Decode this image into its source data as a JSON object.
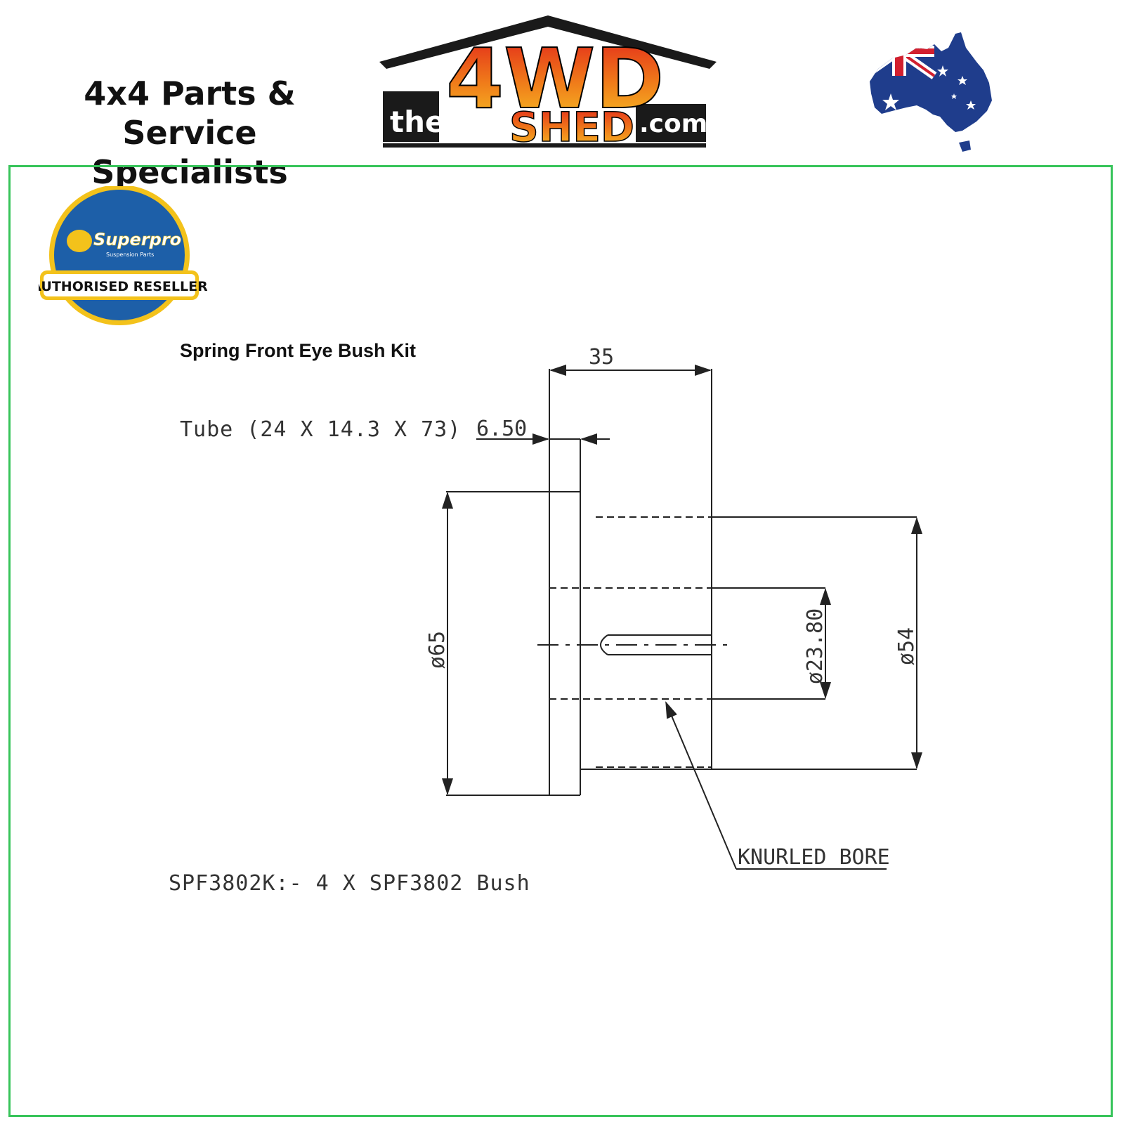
{
  "header": {
    "tagline_line1": "4x4 Parts & Service",
    "tagline_line2": "Specialists",
    "logo": {
      "word_the": "the",
      "word_4wd": "4WD",
      "word_shed": "SHED",
      "word_com": ".com"
    }
  },
  "badge": {
    "brand": "Superpro",
    "brand_sub": "Suspension   Parts",
    "banner": "AUTHORISED RESELLER"
  },
  "drawing": {
    "title": "Spring Front Eye Bush Kit",
    "tube_note": "Tube (24 X 14.3 X 73)",
    "kit_note": "SPF3802K:- 4 X SPF3802 Bush",
    "dimensions": {
      "overall_length": "35",
      "flange_thickness": "6.50",
      "flange_diameter": "ø65",
      "outer_diameter": "ø54",
      "bore_diameter": "ø23.80"
    },
    "callout": "KNURLED BORE"
  },
  "colors": {
    "frame_green": "#37c45a",
    "logo_orange": "#f08a1c",
    "logo_red": "#d9261c",
    "badge_blue": "#1d5fa8",
    "badge_gold": "#f3c21b"
  }
}
